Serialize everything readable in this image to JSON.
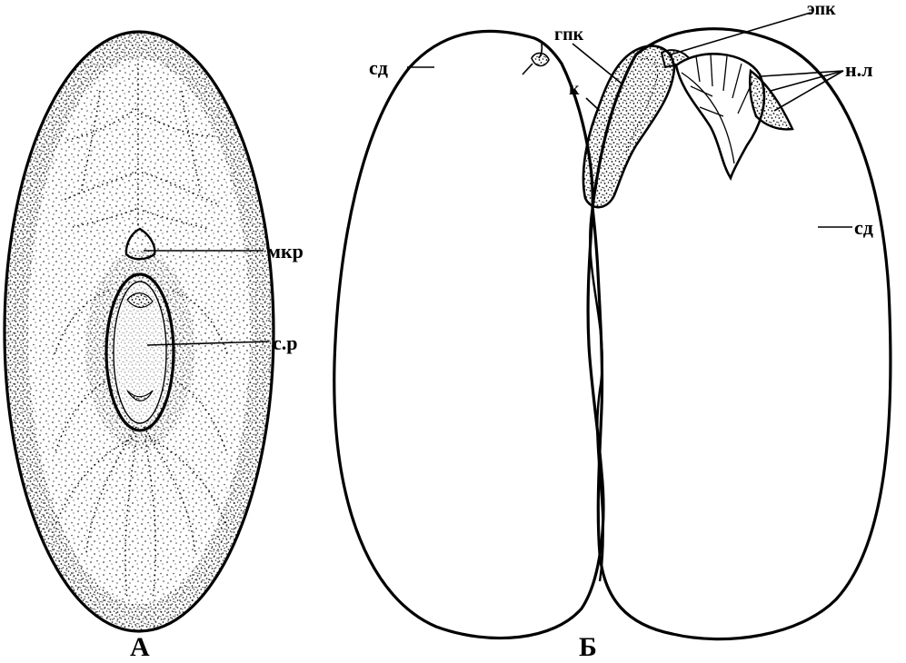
{
  "figure_a": {
    "caption": "А",
    "labels": {
      "micropyle": "мкр",
      "hilum_scar": "с.р"
    }
  },
  "figure_b": {
    "caption": "Б",
    "labels": {
      "cotyledon_left": "сд",
      "cotyledon_right": "сд",
      "hypocotyl": "гпк",
      "radicle": "к",
      "epicotyl": "эпк",
      "true_leaves": "н.л"
    }
  },
  "colors": {
    "ink": "#000000",
    "paper": "#ffffff"
  }
}
